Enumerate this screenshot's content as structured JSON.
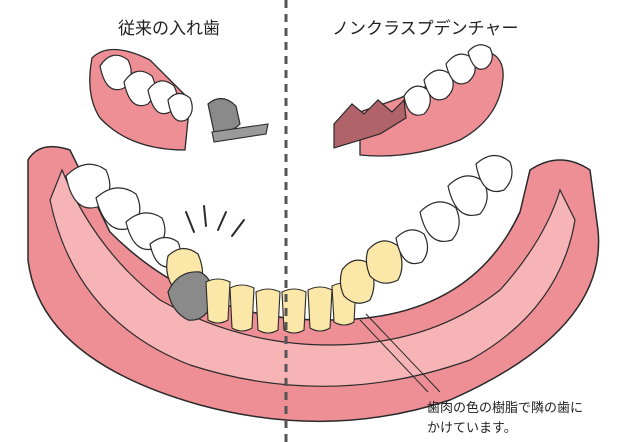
{
  "labels": {
    "left_title": "従来の入れ歯",
    "right_title": "ノンクラスプデンチャー",
    "note_line1": "歯肉の色の樹脂で隣の歯に",
    "note_line2": "かけています。"
  },
  "colors": {
    "gum": "#ee8f96",
    "gum_light": "#f7b4b7",
    "gum_outline": "#2a2a2a",
    "tooth": "#ffffff",
    "abutment_tooth": "#fbe7a8",
    "metal_clasp": "#8a8a8a",
    "resin_clasp": "#b0646a",
    "divider": "#555555"
  },
  "icons": {
    "emphasis_marks": "emphasis-lines-icon",
    "metal_clasp": "metal-clasp-icon",
    "resin_clasp": "resin-clasp-icon"
  }
}
